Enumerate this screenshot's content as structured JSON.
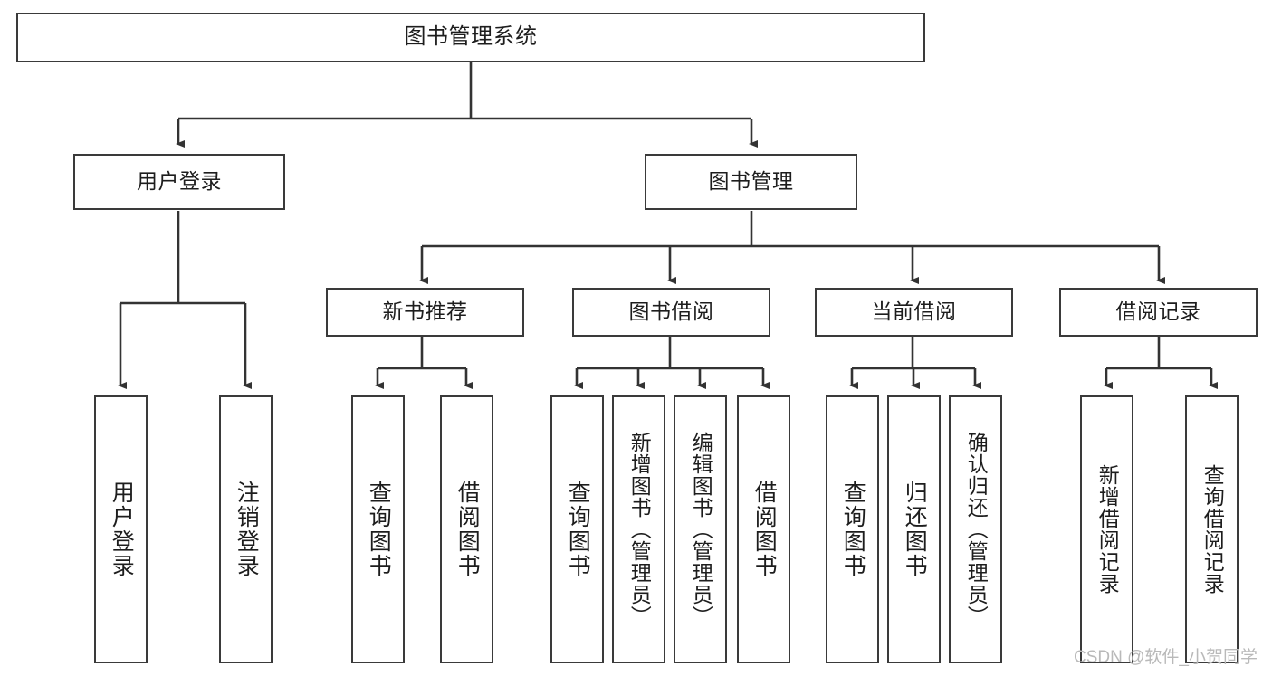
{
  "diagram": {
    "title": "图书管理系统",
    "type": "tree-hierarchy-chart",
    "watermark": "CSDN @软件_小贺同学",
    "colors": {
      "box_border": "#3a3a3a",
      "box_fill": "#ffffff",
      "edge": "#333333",
      "text": "#1d1d1d",
      "watermark": "#b9b9b9",
      "background": "#ffffff"
    },
    "root": {
      "label": "图书管理系统"
    },
    "level2": [
      {
        "label": "用户登录"
      },
      {
        "label": "图书管理"
      }
    ],
    "level3": [
      {
        "label": "新书推荐"
      },
      {
        "label": "图书借阅"
      },
      {
        "label": "当前借阅"
      },
      {
        "label": "借阅记录"
      }
    ],
    "leaves": {
      "user_login": [
        {
          "label": "用户登录"
        },
        {
          "label": "注销登录"
        }
      ],
      "new_book_recommend": [
        {
          "label": "查询图书"
        },
        {
          "label": "借阅图书"
        }
      ],
      "book_borrow": [
        {
          "label": "查询图书"
        },
        {
          "label": "新增图书（管理员）"
        },
        {
          "label": "编辑图书（管理员）"
        },
        {
          "label": "借阅图书"
        }
      ],
      "current_borrow": [
        {
          "label": "查询图书"
        },
        {
          "label": "归还图书"
        },
        {
          "label": "确认归还（管理员）"
        }
      ],
      "borrow_record": [
        {
          "label": "新增借阅记录"
        },
        {
          "label": "查询借阅记录"
        }
      ]
    }
  }
}
